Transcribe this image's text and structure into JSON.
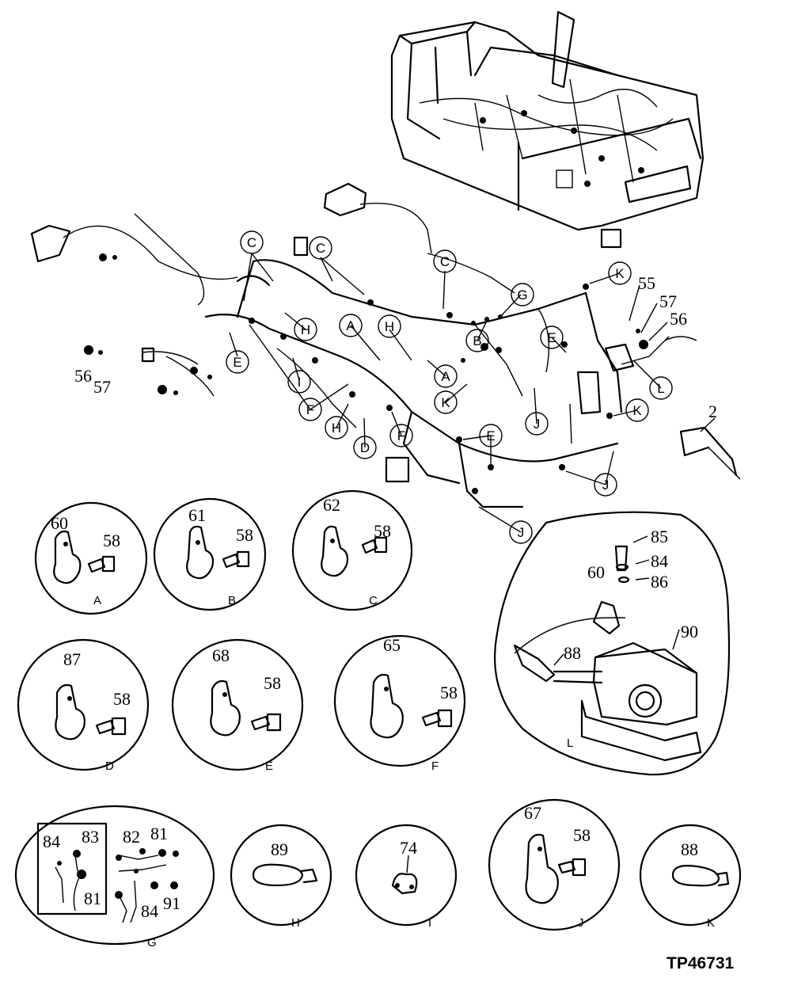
{
  "figure_id": "TP46731",
  "main_callouts": [
    "2",
    "55",
    "57",
    "56",
    "56",
    "57"
  ],
  "main_letter_tags": [
    "C",
    "C",
    "C",
    "K",
    "G",
    "H",
    "A",
    "H",
    "B",
    "E",
    "E",
    "A",
    "L",
    "I",
    "F",
    "K",
    "K",
    "J",
    "H",
    "D",
    "F",
    "E",
    "J",
    "J"
  ],
  "details": [
    {
      "letter": "A",
      "parts": [
        "60",
        "58"
      ]
    },
    {
      "letter": "B",
      "parts": [
        "61",
        "58"
      ]
    },
    {
      "letter": "C",
      "parts": [
        "62",
        "58"
      ]
    },
    {
      "letter": "D",
      "parts": [
        "87",
        "58"
      ]
    },
    {
      "letter": "E",
      "parts": [
        "68",
        "58"
      ]
    },
    {
      "letter": "F",
      "parts": [
        "65",
        "58"
      ]
    },
    {
      "letter": "L",
      "parts": [
        "85",
        "84",
        "86",
        "60",
        "90",
        "88"
      ]
    },
    {
      "letter": "G",
      "parts": [
        "84",
        "83",
        "81",
        "82",
        "81",
        "84",
        "91"
      ]
    },
    {
      "letter": "H",
      "parts": [
        "89"
      ]
    },
    {
      "letter": "I",
      "parts": [
        "74"
      ]
    },
    {
      "letter": "J",
      "parts": [
        "67",
        "58"
      ]
    },
    {
      "letter": "K",
      "parts": [
        "88"
      ]
    }
  ]
}
